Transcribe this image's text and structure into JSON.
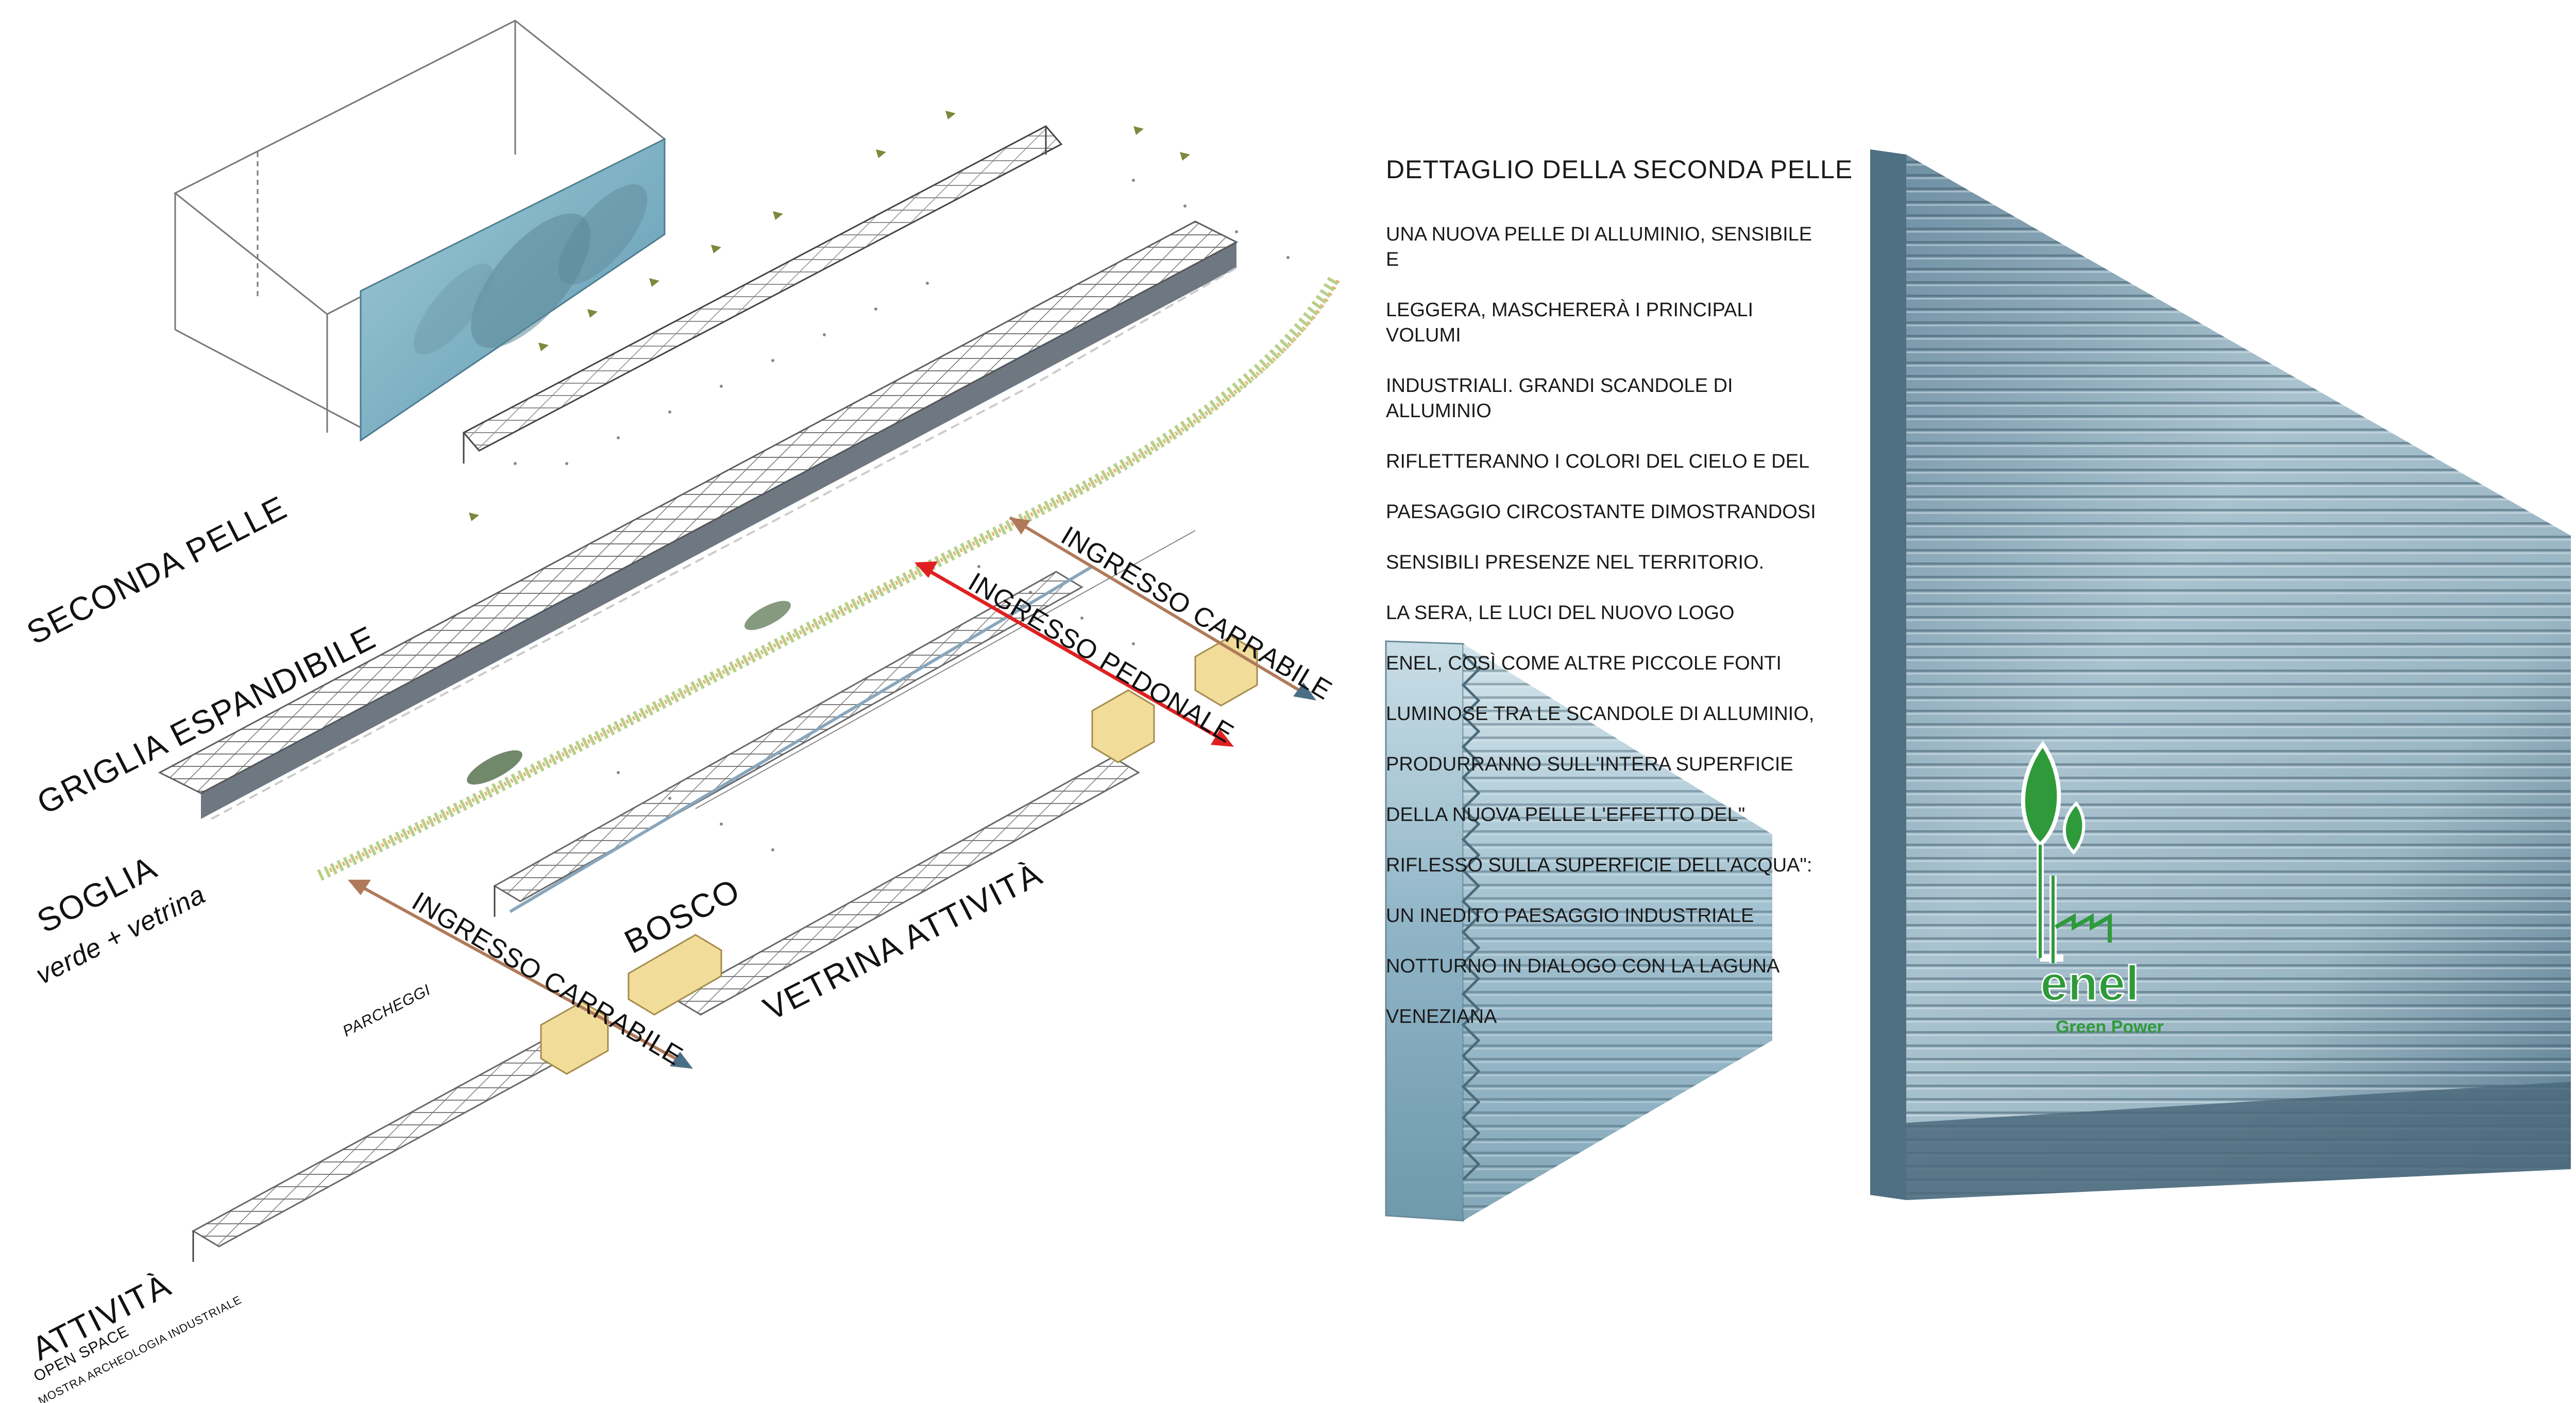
{
  "labels": {
    "seconda_pelle": "SECONDA PELLE",
    "griglia_espandibile": "GRIGLIA ESPANDIBILE",
    "soglia": "SOGLIA",
    "soglia_sub": "verde + vetrina",
    "bosco": "BOSCO",
    "vetrina_attivita": "VETRINA ATTIVITÀ",
    "parcheggi": "PARCHEGGI",
    "attivita": "ATTIVITÀ",
    "open_space": "OPEN SPACE",
    "mostra": "MOSTRA ARCHEOLOGIA INDUSTRIALE",
    "ingresso_carrabile_top": "INGRESSO CARRABILE",
    "ingresso_pedonale": "INGRESSO PEDONALE",
    "ingresso_carrabile_bottom": "INGRESSO CARRABILE"
  },
  "description": {
    "title": "DETTAGLIO DELLA SECONDA PELLE",
    "lines": [
      "UNA NUOVA PELLE DI ALLUMINIO, SENSIBILE E",
      "LEGGERA, MASCHERERÀ I PRINCIPALI VOLUMI",
      "INDUSTRIALI. GRANDI SCANDOLE DI ALLUMINIO",
      "RIFLETTERANNO I COLORI DEL CIELO E DEL",
      "PAESAGGIO CIRCOSTANTE DIMOSTRANDOSI",
      "SENSIBILI PRESENZE NEL TERRITORIO.",
      "LA SERA, LE LUCI DEL NUOVO LOGO",
      "ENEL, COSÌ COME ALTRE PICCOLE FONTI",
      "LUMINOSE TRA LE SCANDOLE DI ALLUMINIO,",
      "PRODURRANNO SULL'INTERA SUPERFICIE",
      "DELLA NUOVA PELLE L'EFFETTO DEL\"",
      "RIFLESSO SULLA SUPERFICIE DELL'ACQUA\":",
      "UN INEDITO PAESAGGIO INDUSTRIALE",
      "NOTTURNO IN DIALOGO CON LA LAGUNA",
      "VENEZIANA"
    ]
  },
  "logo": {
    "brand": "enel",
    "tagline": "Green Power"
  },
  "colors": {
    "facade_blue": "#7fb3c7",
    "arrow_brown": "#b07a5a",
    "arrow_red": "#e02020",
    "arrow_tip_blue": "#4a6e86",
    "box_yellow": "#f1dc9a",
    "greenery": "#8fb35a",
    "logo_green": "#2f9a3a"
  }
}
